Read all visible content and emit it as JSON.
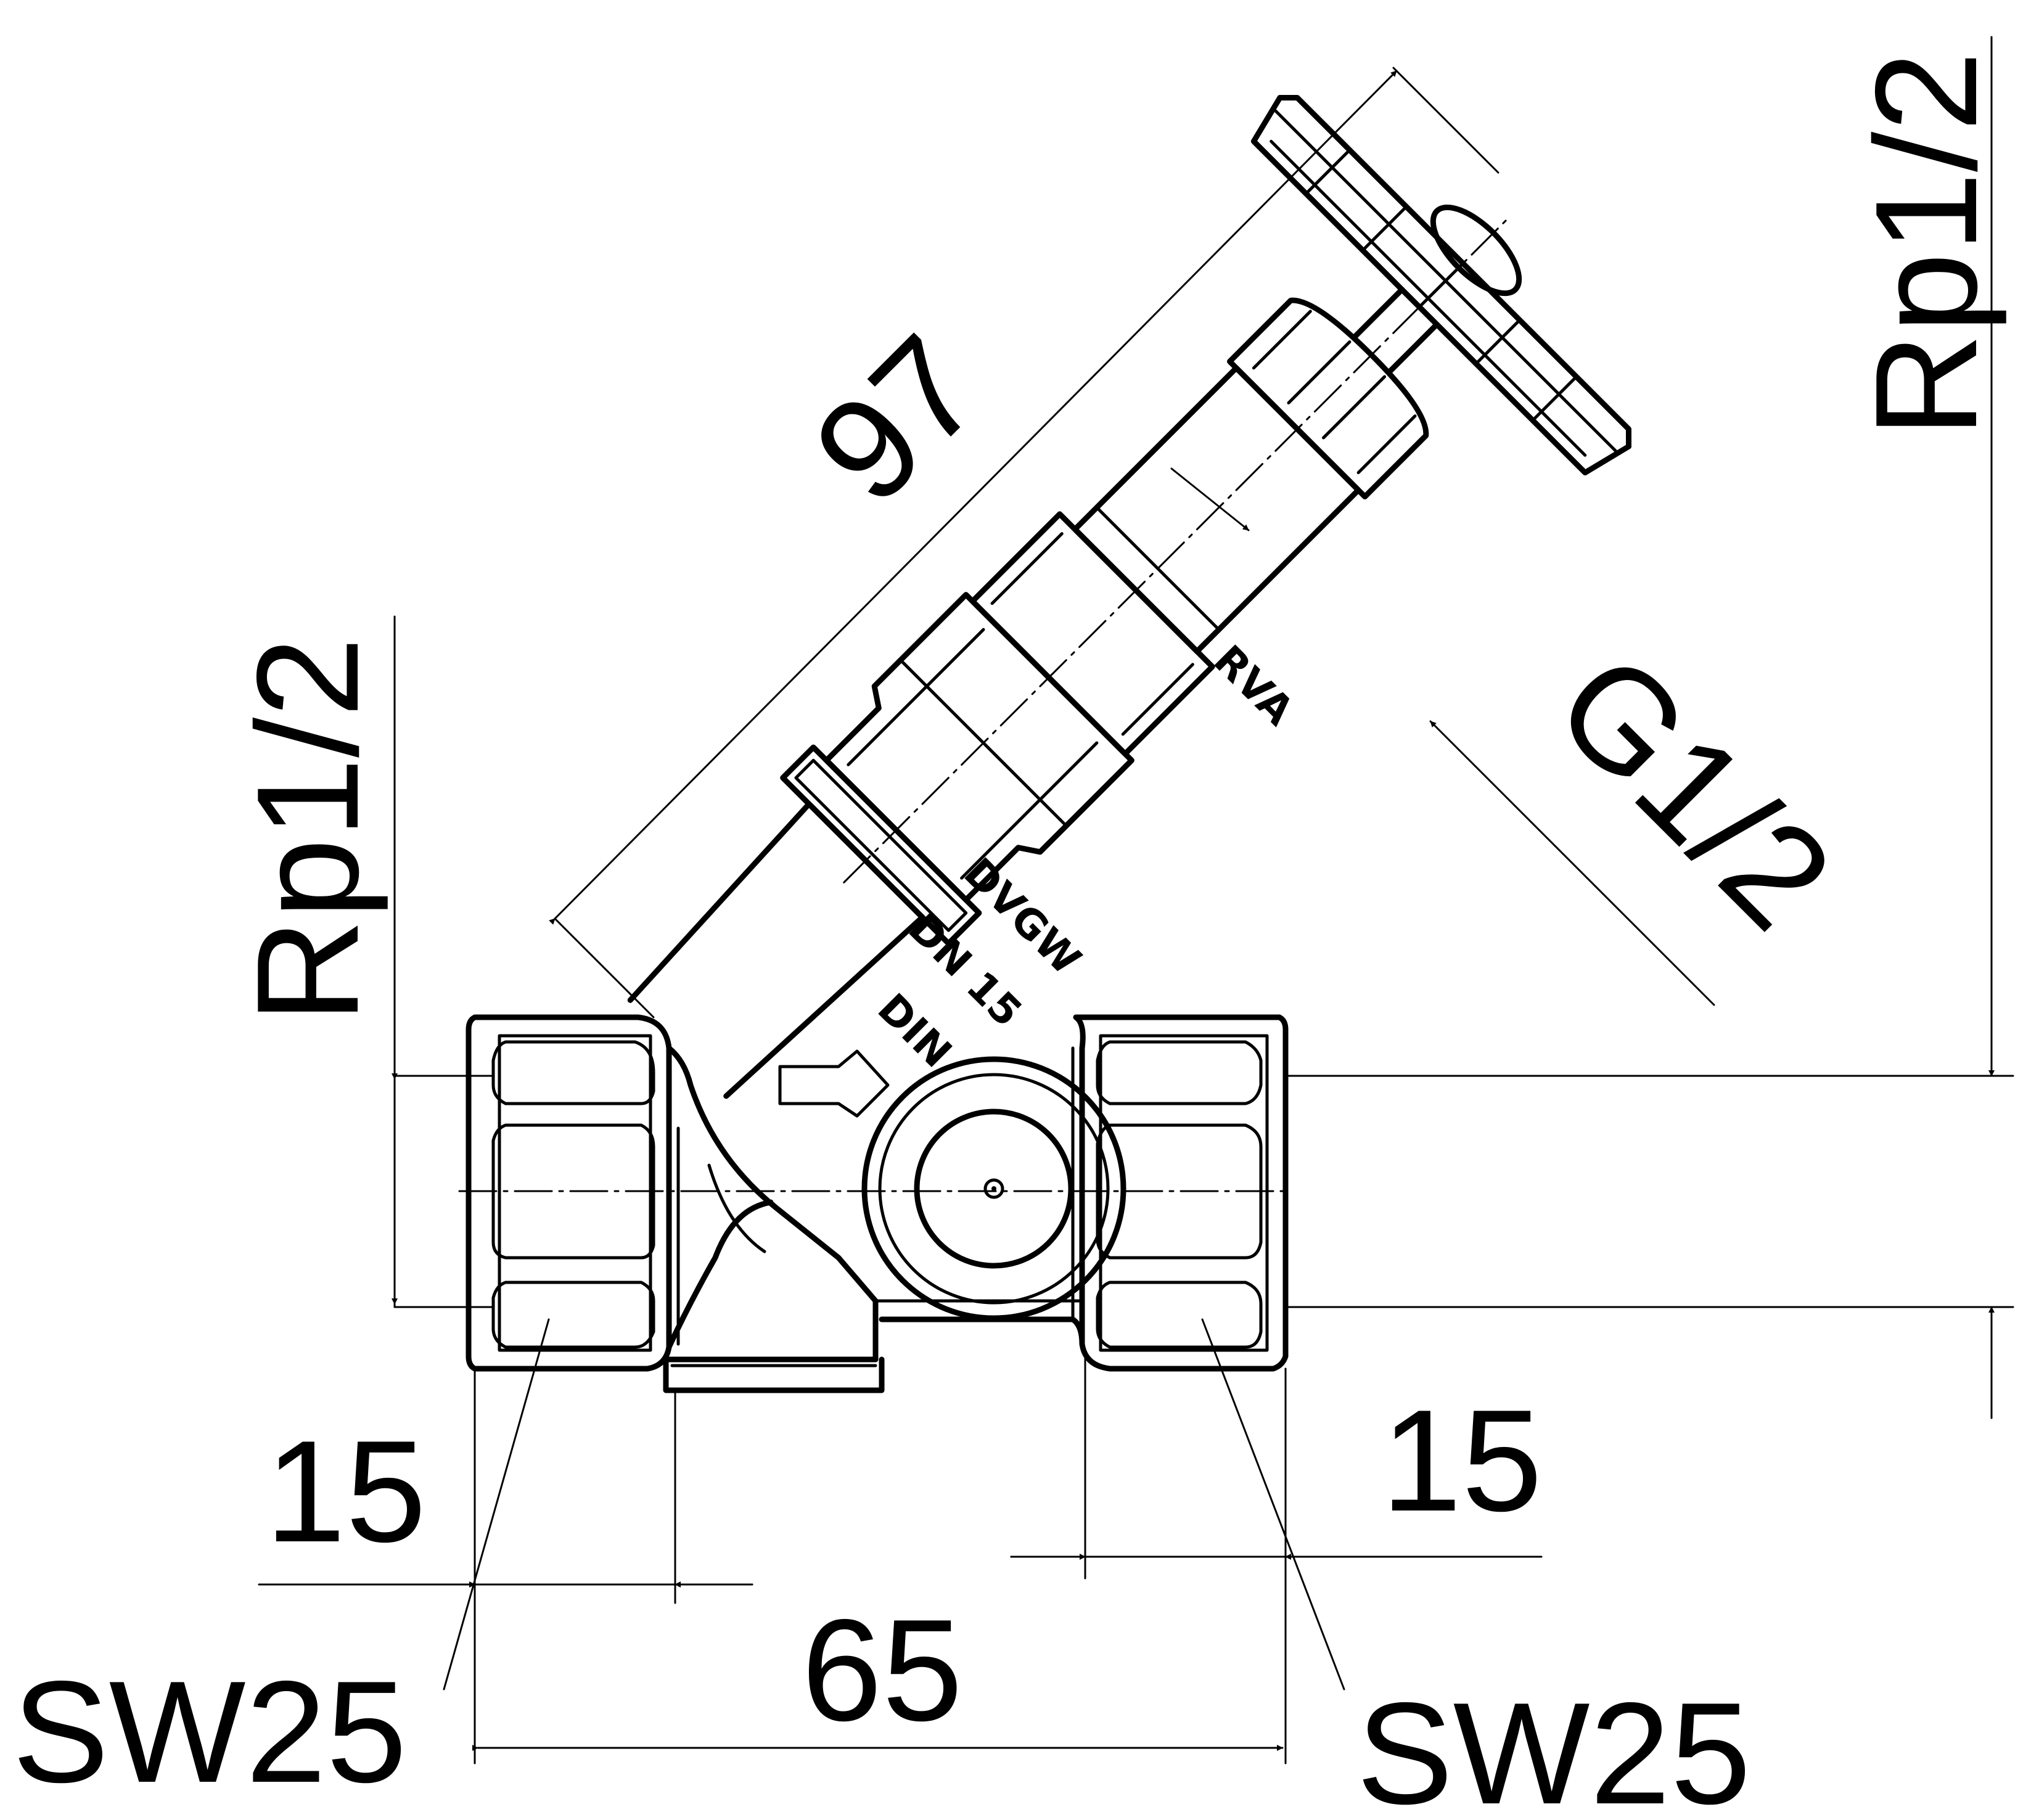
{
  "labels": {
    "length_overall": "97",
    "outlet_right": "Rp1/2",
    "inlet_left": "Rp1/2",
    "bonnet_thread": "G1/2",
    "body_length": "65",
    "thread_depth_left": "15",
    "thread_depth_right": "15",
    "spanner_left": "SW25",
    "spanner_right": "SW25"
  },
  "markings": {
    "bonnet": "RVA",
    "body_line1": "DVGW",
    "body_line2": "DN 15",
    "body_line3": "DIN"
  }
}
